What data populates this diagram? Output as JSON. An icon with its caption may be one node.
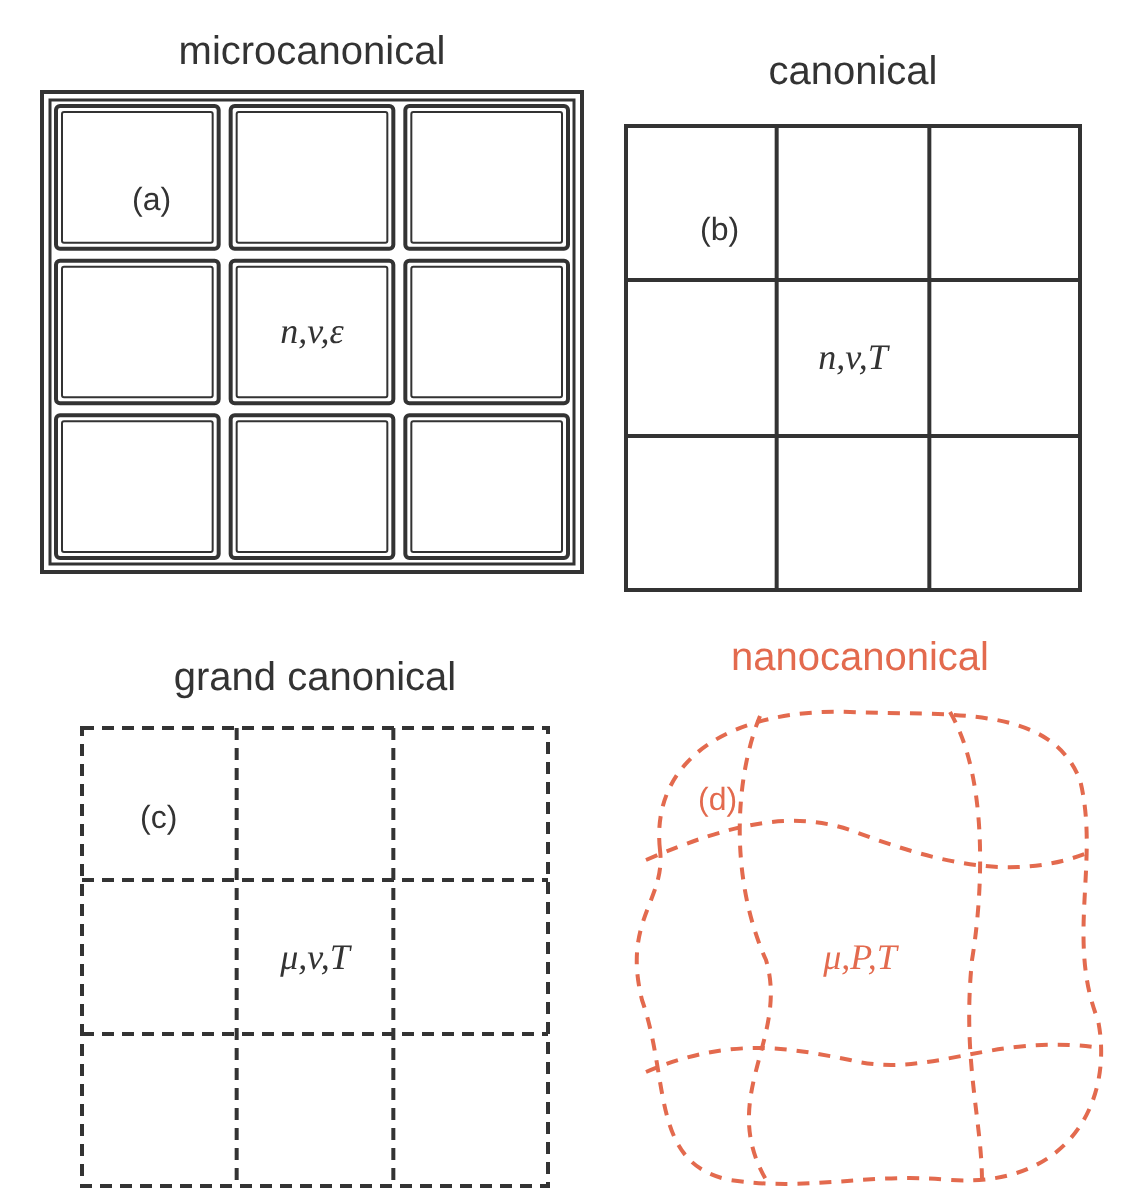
{
  "diagram": {
    "nodes": [
      {
        "text": [
          "microcanonical",
          "(a)",
          "n,v,ε"
        ]
      },
      {
        "text": [
          "canonical",
          "(b)",
          "n,v,T"
        ]
      },
      {
        "text": [
          "grand canonical",
          "(c)",
          "μ,v,T"
        ]
      },
      {
        "text": [
          "nanocanonical",
          "(d)",
          "μ,P,T"
        ]
      }
    ]
  }
}
